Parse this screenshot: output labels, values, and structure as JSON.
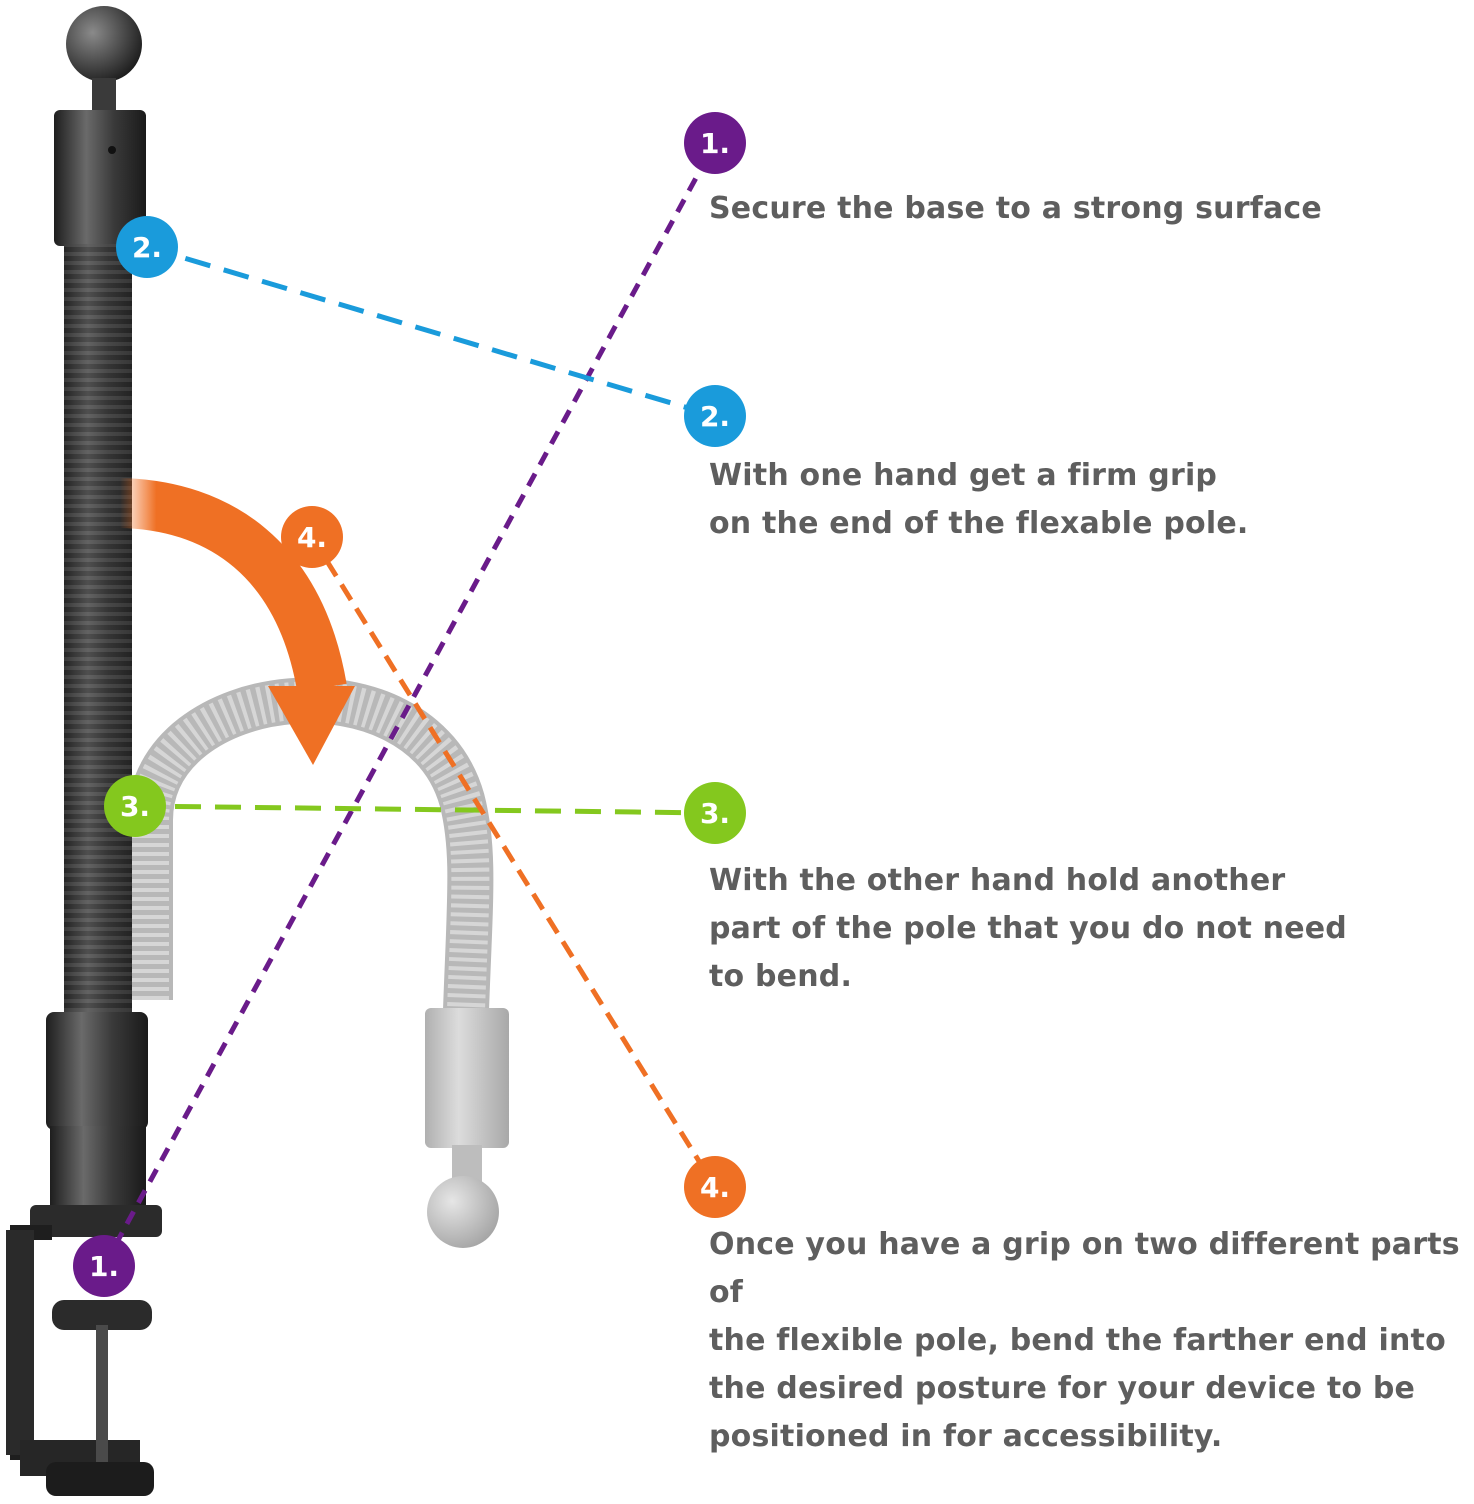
{
  "colors": {
    "step1": "#6a1b8a",
    "step2": "#1a9bdb",
    "step3": "#84c81e",
    "step4": "#ef7024",
    "text": "#5e5e5e",
    "pole_dark": "#3a3a3a",
    "pole_ghost": "#c4c4c4"
  },
  "steps": [
    {
      "number": "1.",
      "text": "Secure the base to a strong surface"
    },
    {
      "number": "2.",
      "text": "With one hand get a firm grip\non the end of the flexable pole."
    },
    {
      "number": "3.",
      "text": "With the other hand hold another\npart of the pole that you do not need\nto bend."
    },
    {
      "number": "4.",
      "text": "Once you have a grip on two different parts of\nthe flexible pole, bend the farther end into\nthe desired posture for your device to be\npositioned in for accessibility."
    }
  ],
  "icons": [
    "gooseneck-pole-illustration",
    "desk-clamp-illustration",
    "bend-arrow-icon"
  ]
}
